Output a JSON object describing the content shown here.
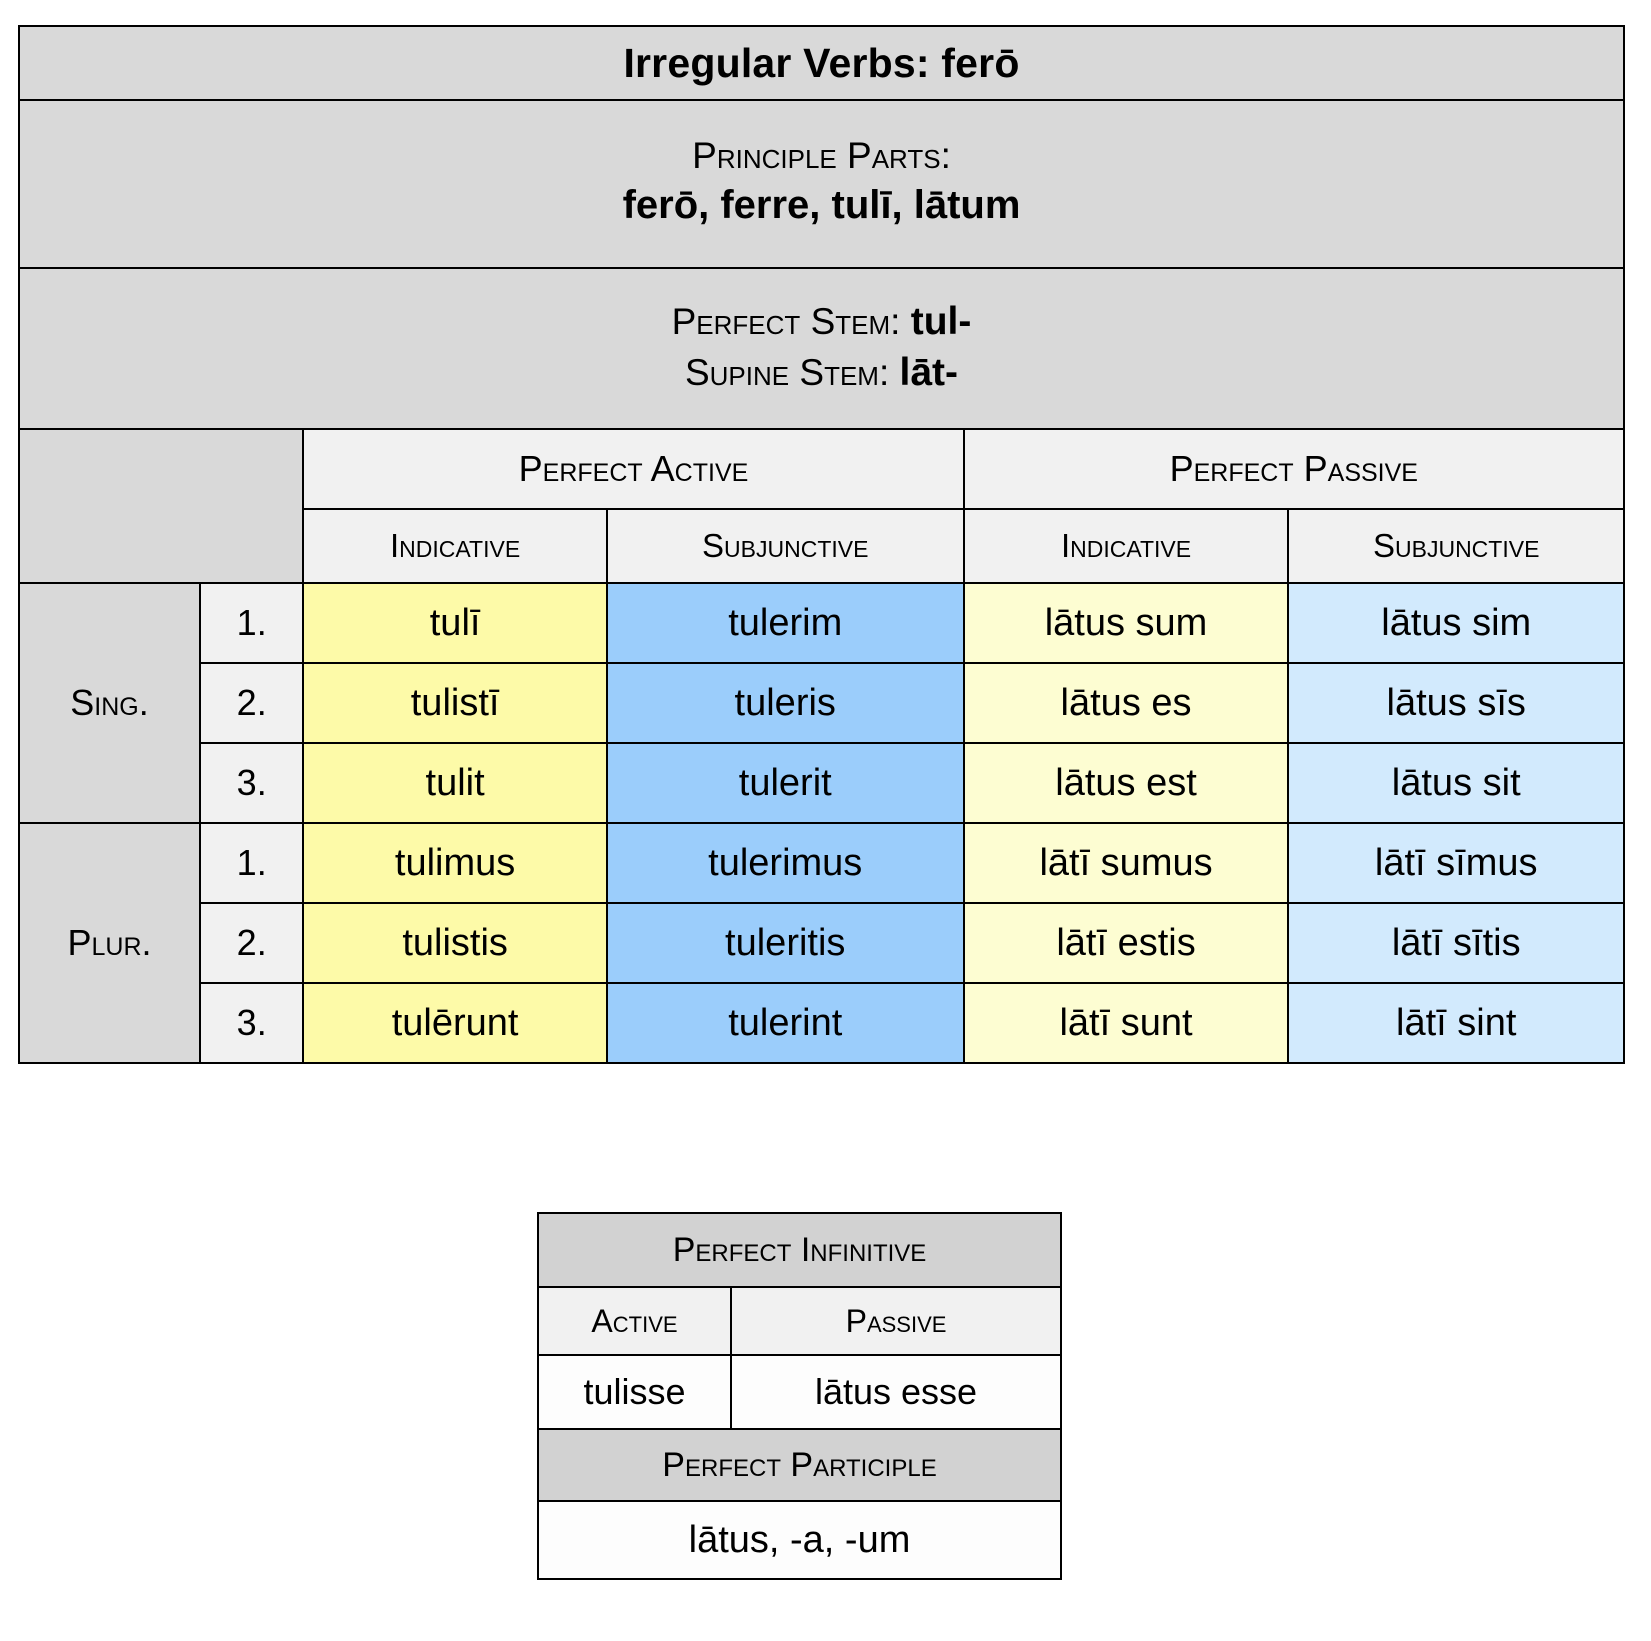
{
  "main_table": {
    "title": "Irregular Verbs: ferō",
    "principle_parts_label": "Principle Parts:",
    "principle_parts_value": "ferō, ferre, tulī, lātum",
    "perfect_stem_label": "Perfect Stem:",
    "perfect_stem_value": "tul-",
    "supine_stem_label": "Supine Stem:",
    "supine_stem_value": "lāt-",
    "voice_headers": [
      "Perfect Active",
      "Perfect Passive"
    ],
    "mood_headers": [
      "Indicative",
      "Subjunctive",
      "Indicative",
      "Subjunctive"
    ],
    "groups": [
      {
        "label": "Sing.",
        "rows": [
          {
            "person": "1.",
            "active_indicative": "tulī",
            "active_subjunctive": "tulerim",
            "passive_indicative": "lātus sum",
            "passive_subjunctive": "lātus sim"
          },
          {
            "person": "2.",
            "active_indicative": "tulistī",
            "active_subjunctive": "tuleris",
            "passive_indicative": "lātus es",
            "passive_subjunctive": "lātus sīs"
          },
          {
            "person": "3.",
            "active_indicative": "tulit",
            "active_subjunctive": "tulerit",
            "passive_indicative": "lātus est",
            "passive_subjunctive": "lātus sit"
          }
        ]
      },
      {
        "label": "Plur.",
        "rows": [
          {
            "person": "1.",
            "active_indicative": "tulimus",
            "active_subjunctive": "tulerimus",
            "passive_indicative": "lātī sumus",
            "passive_subjunctive": "lātī sīmus"
          },
          {
            "person": "2.",
            "active_indicative": "tulistis",
            "active_subjunctive": "tuleritis",
            "passive_indicative": "lātī estis",
            "passive_subjunctive": "lātī sītis"
          },
          {
            "person": "3.",
            "active_indicative": "tulērunt",
            "active_subjunctive": "tulerint",
            "passive_indicative": "lātī sunt",
            "passive_subjunctive": "lātī sint"
          }
        ]
      }
    ]
  },
  "bottom_table": {
    "infinitive_title": "Perfect Infinitive",
    "infinitive_headers": [
      "Active",
      "Passive"
    ],
    "infinitive_values": [
      "tulisse",
      "lātus esse"
    ],
    "participle_title": "Perfect Participle",
    "participle_value": "lātus, -a, -um"
  },
  "colors": {
    "active_indicative": "#fdfaa8",
    "active_subjunctive": "#9bcdfb",
    "passive_indicative": "#fdfdd2",
    "passive_subjunctive": "#d2eafd",
    "header_gray": "#d9d9d9",
    "subheader_gray": "#f1f1f1",
    "border": "#000000"
  }
}
